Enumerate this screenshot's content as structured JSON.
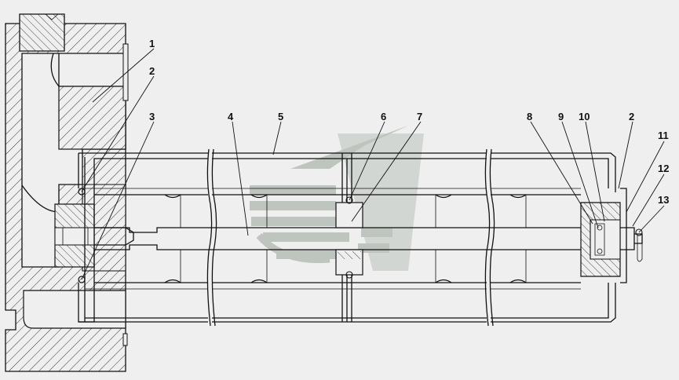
{
  "colors": {
    "background": "#efefef",
    "line": "#111111",
    "hatch": "#333333",
    "watermark": "#b9c1b9"
  },
  "watermark": {
    "icon": "logo-watermark-icon"
  },
  "callouts": [
    {
      "label": "1"
    },
    {
      "label": "2"
    },
    {
      "label": "3"
    },
    {
      "label": "4"
    },
    {
      "label": "5"
    },
    {
      "label": "6"
    },
    {
      "label": "7"
    },
    {
      "label": "8"
    },
    {
      "label": "9"
    },
    {
      "label": "10"
    },
    {
      "label": "2"
    },
    {
      "label": "11"
    },
    {
      "label": "12"
    },
    {
      "label": "13"
    }
  ]
}
